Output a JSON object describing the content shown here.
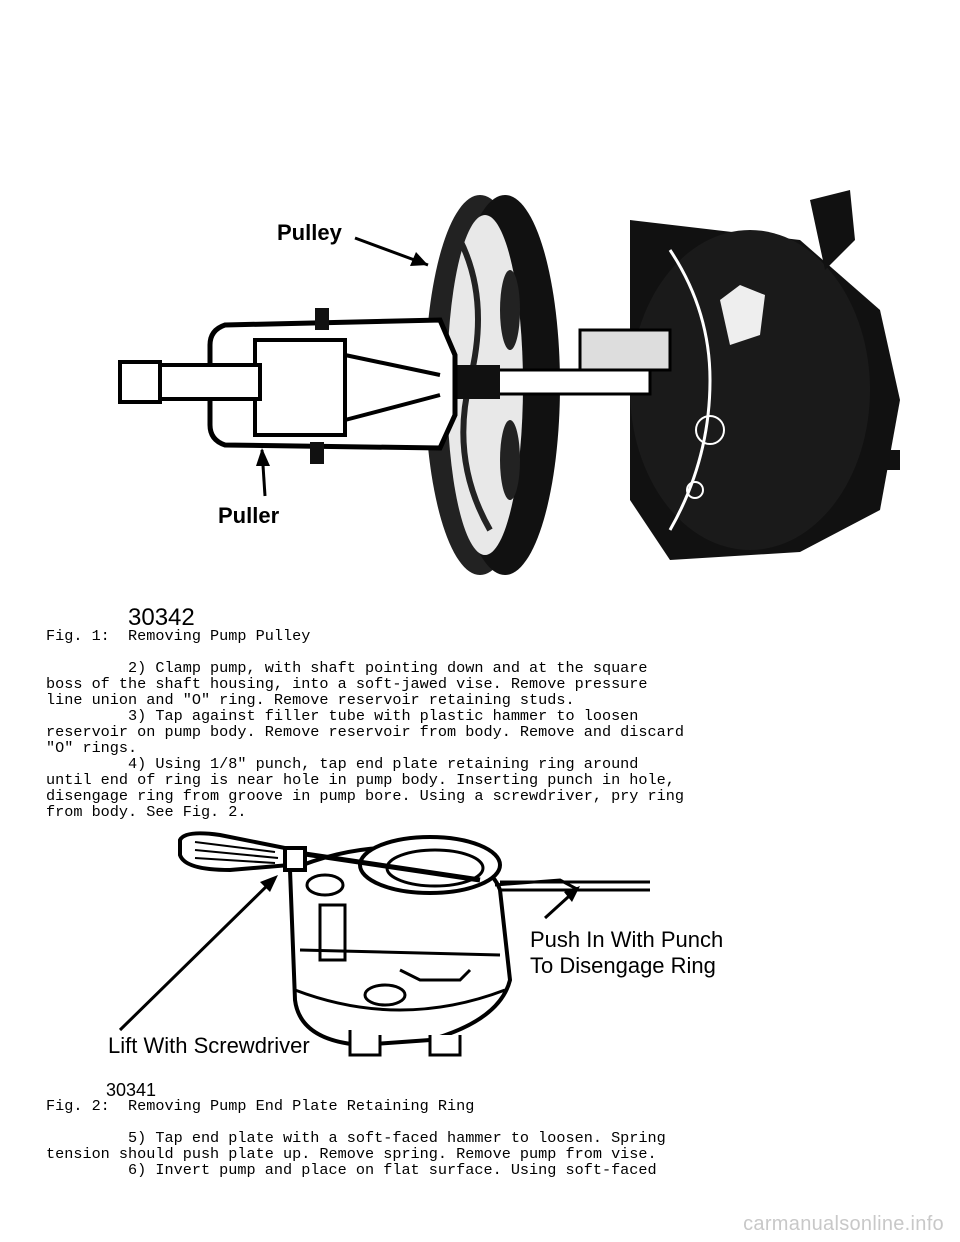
{
  "figure1": {
    "label_pulley": "Pulley",
    "label_puller": "Puller",
    "number": "30342",
    "caption": "Fig. 1:  Removing Pump Pulley"
  },
  "steps_a": [
    "         2) Clamp pump, with shaft pointing down and at the square",
    "boss of the shaft housing, into a soft-jawed vise. Remove pressure",
    "line union and \"O\" ring. Remove reservoir retaining studs.",
    "         3) Tap against filler tube with plastic hammer to loosen",
    "reservoir on pump body. Remove reservoir from body. Remove and discard",
    "\"O\" rings.",
    "         4) Using 1/8\" punch, tap end plate retaining ring around",
    "until end of ring is near hole in pump body. Inserting punch in hole,",
    "disengage ring from groove in pump bore. Using a screwdriver, pry ring",
    "from body. See Fig. 2."
  ],
  "figure2": {
    "label_punch_1": "Push In With Punch",
    "label_punch_2": "To Disengage Ring",
    "label_screwdriver": "Lift With Screwdriver",
    "number": "30341",
    "caption": "Fig. 2:  Removing Pump End Plate Retaining Ring"
  },
  "steps_b": [
    "         5) Tap end plate with a soft-faced hammer to loosen. Spring",
    "tension should push plate up. Remove spring. Remove pump from vise.",
    "         6) Invert pump and place on flat surface. Using soft-faced"
  ],
  "watermark": "carmanualsonline.info"
}
